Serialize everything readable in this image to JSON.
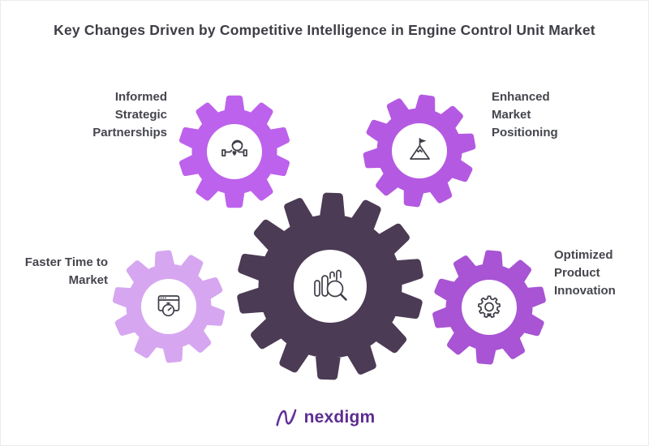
{
  "title": "Key Changes Driven by Competitive Intelligence in Engine Control Unit Market",
  "gears": {
    "center": {
      "icon": "chart-magnifier-icon"
    },
    "top_left": {
      "label_lines": [
        "Informed",
        "Strategic",
        "Partnerships"
      ],
      "icon": "handshake-globe-icon"
    },
    "top_right": {
      "label_lines": [
        "Enhanced",
        "Market",
        "Positioning"
      ],
      "icon": "mountain-flag-icon"
    },
    "left": {
      "label_lines": [
        "Faster Time to",
        "Market"
      ],
      "icon": "browser-stopwatch-icon"
    },
    "right": {
      "label_lines": [
        "Optimized",
        "Product",
        "Innovation"
      ],
      "icon": "gear-lightbulb-icon"
    }
  },
  "colors": {
    "gear_top_left": "#bd62ec",
    "gear_top_right": "#b45ae2",
    "gear_left": "#d6a7f0",
    "gear_right": "#a854d4",
    "gear_center": "#4c3b55",
    "icon_stroke": "#3f3e48",
    "title_text": "#3d3e45",
    "label_text": "#45464d",
    "logo_purple": "#5c2d91"
  },
  "logo": {
    "brand": "nexdigm"
  }
}
